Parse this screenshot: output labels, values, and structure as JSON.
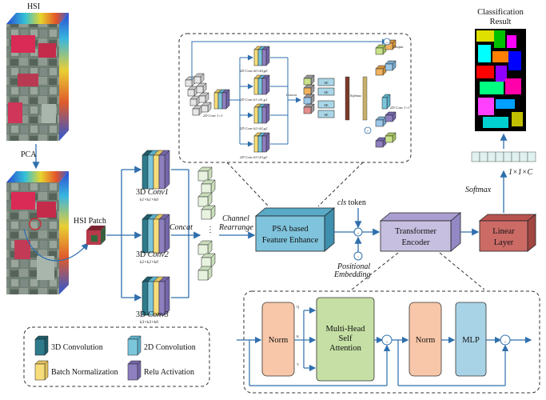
{
  "inputs": {
    "hsi_label": "HSI",
    "pca_label": "PCA",
    "patch_label": "HSI Patch"
  },
  "conv3d": {
    "branch1_name": "3D ",
    "branch1_title": "Conv1",
    "branch1_kernel": "k1×k1×k0",
    "branch2_name": "3D ",
    "branch2_title": "Conv2",
    "branch2_kernel": "k2×k2×k0",
    "branch3_name": "3D ",
    "branch3_title": "Conv3",
    "branch3_kernel": "k3×k3×k0",
    "concat_label": "Concat"
  },
  "psa_detail": {
    "conv1_label": "2D Conv 1×1",
    "branch0_label": "2D Conv k0×k0,g0",
    "branch1_label": "2D Conv k1×k1,g1",
    "branch2_label": "2D Conv k2×k2,g2",
    "branch3_label": "2D Conv k3×k3,g3",
    "concat_label": "Concat",
    "se_label": "SE",
    "softmax_label": "Softmax",
    "conv_out_label": "2D Conv 1×1",
    "output_label": "Output",
    "plus_symbol": "+",
    "times_symbol": "×"
  },
  "pipeline": {
    "channel_rearrange_line1": "Channel",
    "channel_rearrange_line2": "Rearrange",
    "psa_line1": "PSA based",
    "psa_line2": "Feature Enhance",
    "cls_token_italic": "cls",
    "cls_token_rest": " token",
    "positional_line1": "Positional",
    "positional_line2": "Embedding",
    "transformer_line1": "Transformer",
    "transformer_line2": "Encoder",
    "linear_line1": "Linear",
    "linear_line2": "Layer",
    "softmax_label": "Softmax",
    "output_dim": "1×1×C",
    "result_line1": "Classification",
    "result_line2": "Result"
  },
  "encoder_detail": {
    "norm1": "Norm",
    "mha_line1": "Multi-Head",
    "mha_line2": "Self",
    "mha_line3": "Attention",
    "q": "Q",
    "k": "K",
    "v": "V",
    "norm2": "Norm",
    "mlp": "MLP",
    "plus_symbol": "+"
  },
  "legend": {
    "conv3d": "3D Convolution",
    "conv2d": "2D Convolution",
    "batchnorm": "Batch Normalization",
    "relu": "Relu Activation"
  },
  "colors": {
    "conv3d_teal": "#2e7b8c",
    "conv2d_lightblue": "#7cc6dc",
    "batchnorm_yellow": "#f6dd7a",
    "relu_purple": "#8e7fbf",
    "psa_box": "#7fc3dc",
    "transformer_box": "#c7bfe0",
    "linear_box": "#cc6b66",
    "norm_box": "#f8c6a8",
    "mha_box": "#c5dfa4",
    "mlp_box": "#a8d3e6",
    "arrow_blue": "#2f6fad"
  }
}
